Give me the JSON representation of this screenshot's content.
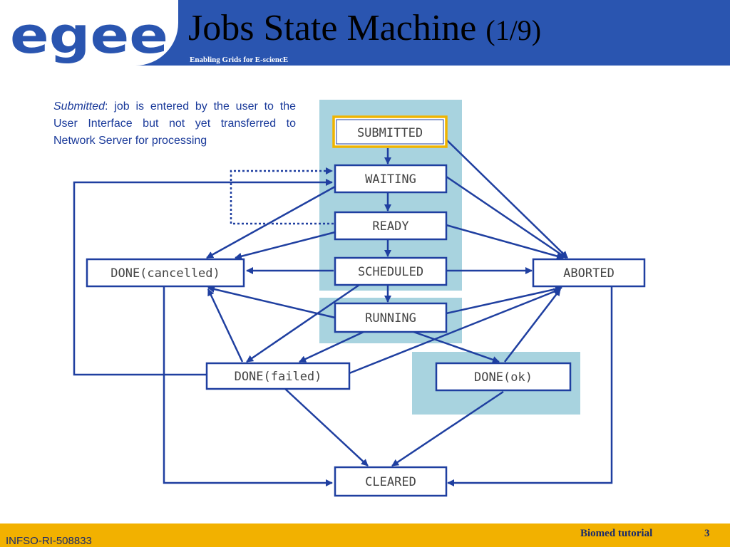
{
  "header": {
    "logo_text": "egee",
    "title": "Jobs State Machine",
    "title_suffix": "(1/9)",
    "tagline": "Enabling Grids for E-sciencE"
  },
  "description": {
    "term": "Submitted",
    "text": ": job is entered by the user to the User Interface but not yet transferred to Network Server for processing"
  },
  "states": {
    "submitted": "SUBMITTED",
    "waiting": "WAITING",
    "ready": "READY",
    "scheduled": "SCHEDULED",
    "running": "RUNNING",
    "done_cancelled": "DONE(cancelled)",
    "aborted": "ABORTED",
    "done_failed": "DONE(failed)",
    "done_ok": "DONE(ok)",
    "cleared": "CLEARED"
  },
  "footer": {
    "left": "INFSO-RI-508833",
    "center": "Biomed tutorial",
    "page": "3"
  },
  "colors": {
    "header_bg": "#2a55b0",
    "footer_bg": "#f2b100",
    "arrow": "#1f3fa0",
    "highlight": "#a8d3df",
    "selected_border": "#f0b400"
  }
}
